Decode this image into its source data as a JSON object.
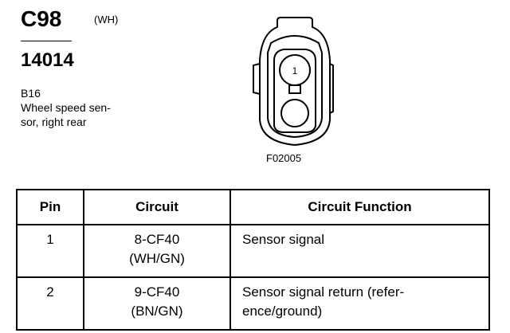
{
  "connector": {
    "id": "C98",
    "color": "(WH)",
    "part_number": "14014",
    "location_code": "B16",
    "description_lines": [
      "Wheel speed sen-",
      "sor, right rear"
    ]
  },
  "diagram": {
    "figure_id": "F02005",
    "pin_label": "1"
  },
  "table": {
    "headers": [
      "Pin",
      "Circuit",
      "Circuit Function"
    ],
    "rows": [
      {
        "pin": "1",
        "circuit_lines": [
          "8-CF40",
          "(WH/GN)"
        ],
        "function_lines": [
          "Sensor signal"
        ]
      },
      {
        "pin": "2",
        "circuit_lines": [
          "9-CF40",
          "(BN/GN)"
        ],
        "function_lines": [
          "Sensor signal return (refer-",
          "ence/ground)"
        ]
      }
    ]
  }
}
